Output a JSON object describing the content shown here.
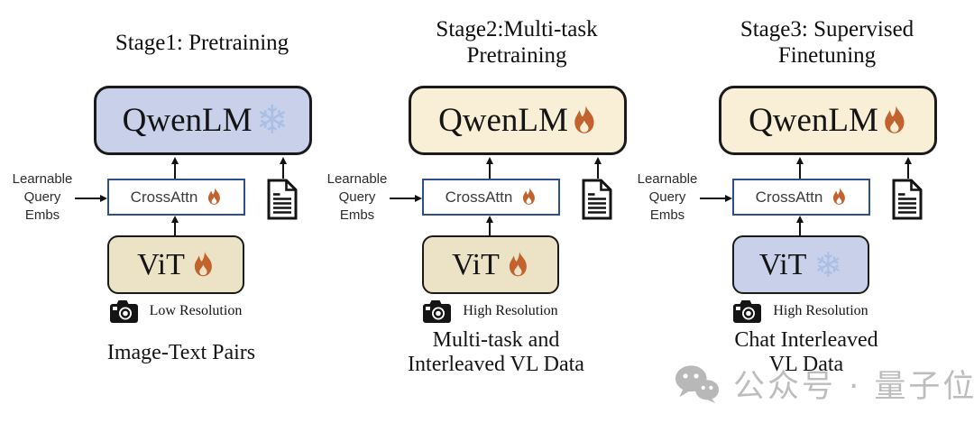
{
  "colors": {
    "frozen_fill_blue": "#c8d1e9",
    "tuned_fill_cream": "#f9efd6",
    "vit_fill_tan": "#ece2c6",
    "crossattn_border_blue": "#2d4f8c",
    "flame_orange": "#c2632e",
    "snowflake_blue": "#a9bfe5",
    "watermark_gray": "#bdbdbd"
  },
  "panels": [
    {
      "title_lines": [
        "Stage1: Pretraining"
      ],
      "lm": {
        "label": "QwenLM",
        "state": "frozen",
        "fill": "#c8d1e9"
      },
      "adapter": {
        "label": "CrossAttn",
        "state": "tuned"
      },
      "query_label_lines": [
        "Learnable",
        "Query",
        "Embs"
      ],
      "vit": {
        "label": "ViT",
        "state": "tuned",
        "fill": "#ece2c6"
      },
      "resolution": "Low Resolution",
      "caption_lines": [
        "Image-Text Pairs"
      ]
    },
    {
      "title_lines": [
        "Stage2:Multi-task",
        "Pretraining"
      ],
      "lm": {
        "label": "QwenLM",
        "state": "tuned",
        "fill": "#f9efd6"
      },
      "adapter": {
        "label": "CrossAttn",
        "state": "tuned"
      },
      "query_label_lines": [
        "Learnable",
        "Query",
        "Embs"
      ],
      "vit": {
        "label": "ViT",
        "state": "tuned",
        "fill": "#ece2c6"
      },
      "resolution": "High Resolution",
      "caption_lines": [
        "Multi-task and",
        "Interleaved VL Data"
      ]
    },
    {
      "title_lines": [
        "Stage3: Supervised",
        "Finetuning"
      ],
      "lm": {
        "label": "QwenLM",
        "state": "tuned",
        "fill": "#f9efd6"
      },
      "adapter": {
        "label": "CrossAttn",
        "state": "tuned"
      },
      "query_label_lines": [
        "Learnable",
        "Query",
        "Embs"
      ],
      "vit": {
        "label": "ViT",
        "state": "frozen",
        "fill": "#c8d1e9"
      },
      "resolution": "High Resolution",
      "caption_lines": [
        "Chat Interleaved",
        "VL Data"
      ]
    }
  ],
  "icons": {
    "flame": "flame-icon (trainable)",
    "snowflake": "snowflake-icon (frozen)",
    "camera": "camera-icon",
    "document": "text-document-icon",
    "wechat": "wechat-icon"
  },
  "watermark": {
    "text": "公众号 · 量子位"
  }
}
